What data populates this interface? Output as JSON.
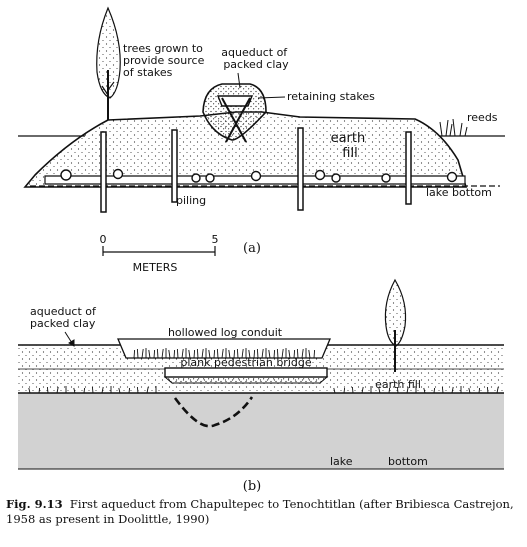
{
  "figure_a": {
    "labels": {
      "trees": [
        "trees grown to",
        "provide source",
        "of stakes"
      ],
      "aqueduct": [
        "aqueduct of",
        "packed clay"
      ],
      "retaining_stakes": "retaining stakes",
      "reeds": "reeds",
      "earth_fill": [
        "earth",
        "fill"
      ],
      "piling": "piling",
      "lake_bottom": "lake bottom"
    },
    "scale": {
      "start": "0",
      "end": "5",
      "unit": "METERS"
    },
    "panel_label": "(a)"
  },
  "figure_b": {
    "labels": {
      "aqueduct": [
        "aqueduct of",
        "packed clay"
      ],
      "conduit": "hollowed log conduit",
      "bridge": "plank pedestrian bridge",
      "earth_fill": "earth fill",
      "lake": "lake",
      "bottom": "bottom"
    },
    "panel_label": "(b)"
  },
  "caption": {
    "number": "Fig. 9.13",
    "text": "First aqueduct from Chapultepec to Tenochtitlan (after Bribiesca Castrejon, 1958 as present in Doolittle, 1990)"
  },
  "colors": {
    "ink": "#111111",
    "lake": "#d2d2d2",
    "paper": "#ffffff"
  }
}
